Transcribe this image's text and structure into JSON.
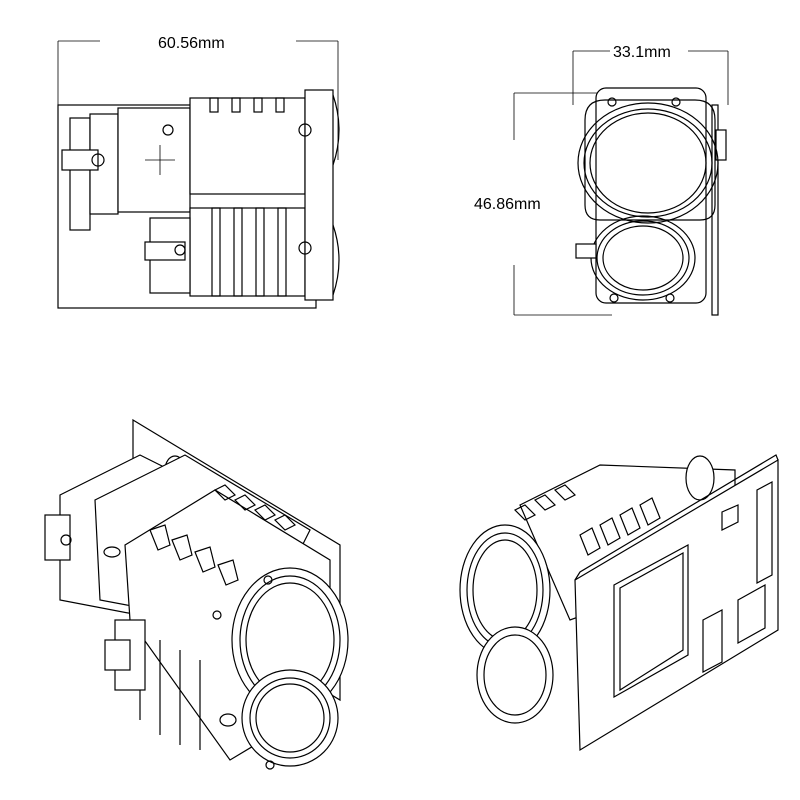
{
  "dimensions": {
    "width_label": "60.56mm",
    "lens_spacing_label": "33.1mm",
    "height_label": "46.86mm"
  },
  "views": [
    "side-view",
    "front-view",
    "isometric-front-view",
    "isometric-rear-view"
  ],
  "colors": {
    "line": "#000000",
    "background": "#ffffff"
  }
}
